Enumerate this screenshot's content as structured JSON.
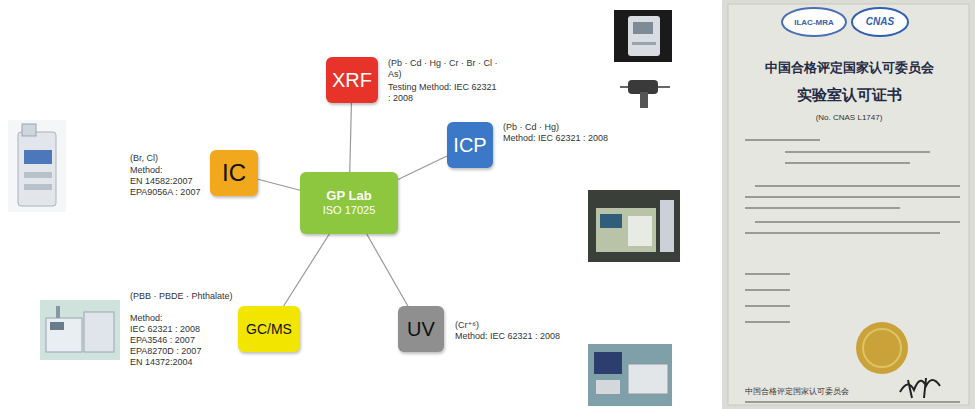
{
  "diagram": {
    "nodes": [
      {
        "text": [
          "GP Lab",
          "ISO 17025"
        ]
      },
      {
        "text": [
          "XRF"
        ]
      },
      {
        "text": [
          "ICP"
        ]
      },
      {
        "text": [
          "UV"
        ]
      },
      {
        "text": [
          "GC/MS"
        ]
      },
      {
        "text": [
          "IC"
        ]
      }
    ],
    "edges": [
      {
        "from": 0,
        "to": 1,
        "arrow": "none"
      },
      {
        "from": 0,
        "to": 2,
        "arrow": "none"
      },
      {
        "from": 0,
        "to": 3,
        "arrow": "none"
      },
      {
        "from": 0,
        "to": 4,
        "arrow": "none"
      },
      {
        "from": 0,
        "to": 5,
        "arrow": "none"
      }
    ],
    "labels": [
      "(Pb · Cd · Hg · Cr · Br · Cl · As)",
      "Testing Method: IEC 62321 : 2008",
      "(Pb · Cd · Hg)",
      "Method: IEC 62321 : 2008",
      "(Cr⁺⁶)",
      "Method: IEC 62321 : 2008",
      "(PBB · PBDE · Phthalate)",
      "Method:",
      "IEC 62321 : 2008",
      "EPA3546 : 2007",
      "EPA8270D : 2007",
      "EN 14372:2004",
      "(Br, Cl)",
      "Method:",
      "EN 14582:2007",
      "EPA9056A : 2007",
      "ILAC-MRA",
      "CNAS",
      "中国合格评定国家认可委员会",
      "实验室认可证书",
      "(No. CNAS L1747)",
      "中国合格评定国家认可委员会"
    ]
  }
}
